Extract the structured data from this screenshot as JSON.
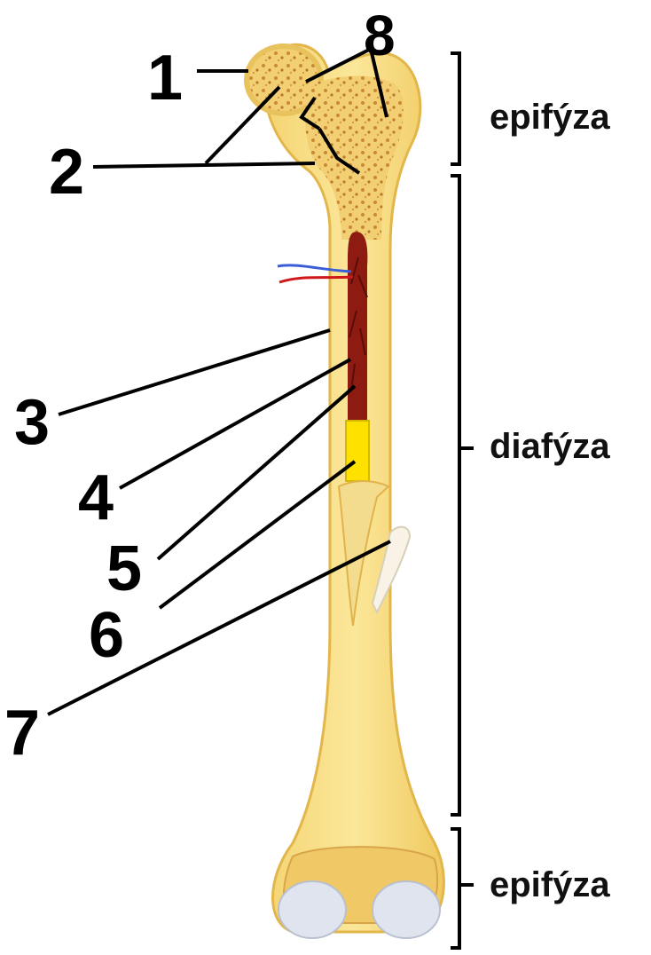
{
  "labels": {
    "l1": "1",
    "l2": "2",
    "l3": "3",
    "l4": "4",
    "l5": "5",
    "l6": "6",
    "l7": "7",
    "l8": "8"
  },
  "regions": {
    "top": "epifýza",
    "middle": "diafýza",
    "bottom": "epifýza"
  },
  "colors": {
    "bone": "#f6d77a",
    "bone_edge": "#e2b64a",
    "spongy": "#e8b860",
    "marrow_red": "#8e1b12",
    "yellow_marrow": "#ffe100",
    "periosteum": "#f7f1e0",
    "cartilage": "#dfe4ef",
    "artery": "#d01818",
    "vein": "#3a5ed8"
  }
}
